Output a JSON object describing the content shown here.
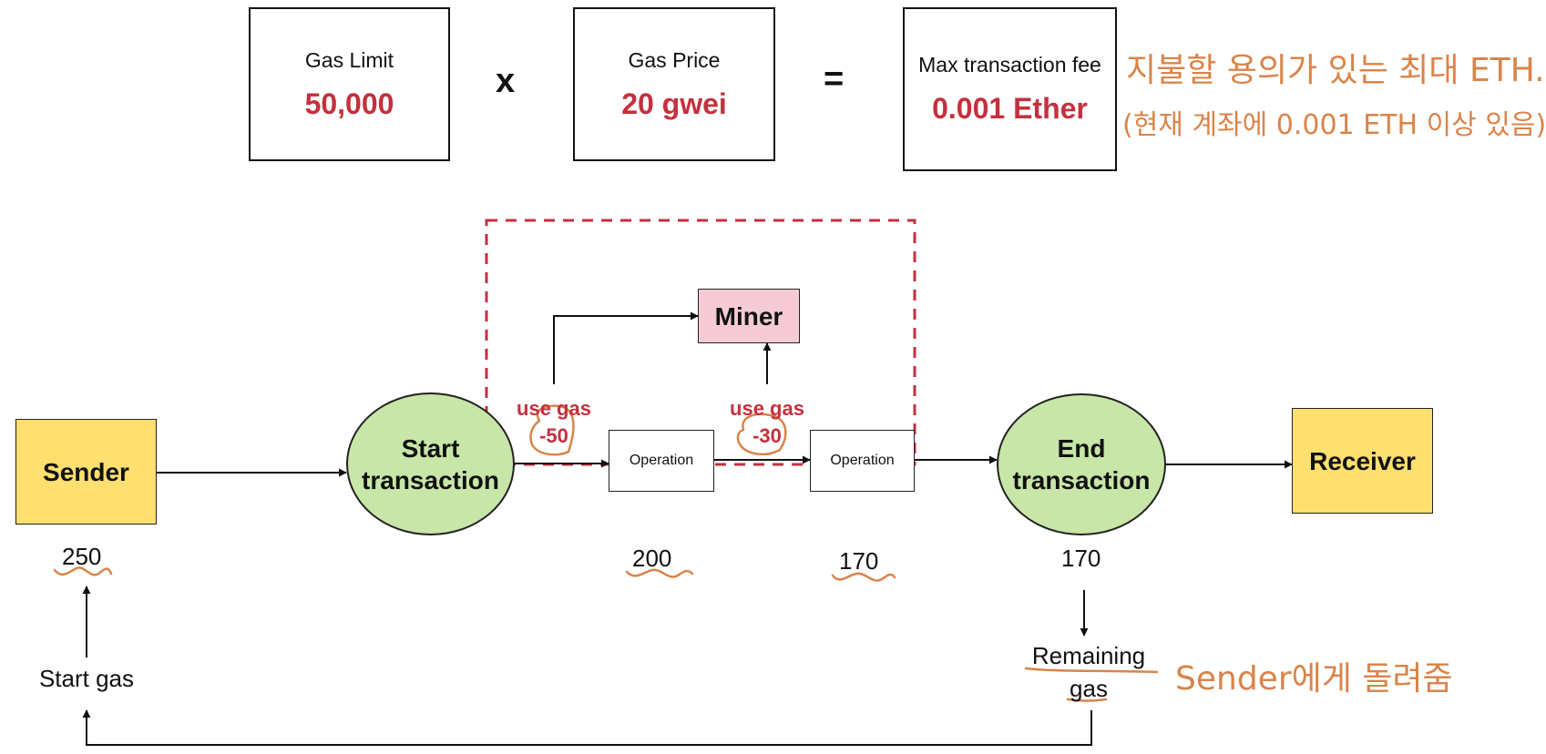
{
  "formula": {
    "gas_limit": {
      "label": "Gas Limit",
      "value": "50,000"
    },
    "multiply_sign": "x",
    "gas_price": {
      "label": "Gas Price",
      "value": "20 gwei"
    },
    "equals_sign": "=",
    "max_fee": {
      "label": "Max transaction fee",
      "value": "0.001 Ether"
    }
  },
  "annotations": {
    "max_fee_note_line1": "지불할 용의가 있는 최대 ETH.",
    "max_fee_note_line2": "(현재 계좌에 0.001 ETH 이상 있음)",
    "remaining_note": "Sender에게 돌려줌"
  },
  "flow": {
    "sender": "Sender",
    "start_transaction": "Start transaction",
    "miner": "Miner",
    "operation_1": "Operation",
    "operation_2": "Operation",
    "end_transaction": "End transaction",
    "receiver": "Receiver",
    "use_gas_1": {
      "label": "use gas",
      "amount": "-50"
    },
    "use_gas_2": {
      "label": "use gas",
      "amount": "-30"
    }
  },
  "gas_values": {
    "sender": "250",
    "after_op1": "200",
    "after_op2": "170",
    "end": "170"
  },
  "labels": {
    "start_gas": "Start gas",
    "remaining_gas": "Remaining gas"
  },
  "colors": {
    "accent_red": "#c4303e",
    "sender_receiver_fill": "#fedf6f",
    "transaction_fill": "#c8e6a8",
    "miner_fill": "#f7cbd6",
    "handwriting": "#d9844a"
  }
}
